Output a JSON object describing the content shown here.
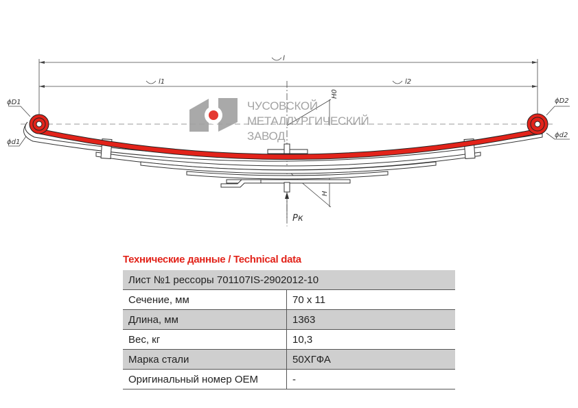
{
  "drawing": {
    "labels": {
      "l": "l",
      "l1": "l1",
      "l2": "l2",
      "D1": "ϕD1",
      "D2": "ϕD2",
      "d1": "ϕd1",
      "d2": "ϕd2",
      "H": "H",
      "H0": "H0",
      "Pk": "Pк"
    },
    "accent_color": "#e2231a"
  },
  "logo": {
    "lines": [
      "ЧУСОВСКОЙ",
      "МЕТАЛЛУРГИЧЕСКИЙ",
      "ЗАВОД"
    ]
  },
  "table": {
    "title": "Технические данные / Technical data",
    "header": "Лист №1 рессоры 701107IS-2902012-10",
    "rows": [
      {
        "label": "Сечение, мм",
        "value": "70 x 11"
      },
      {
        "label": "Длина, мм",
        "value": "1363"
      },
      {
        "label": "Вес, кг",
        "value": "10,3"
      },
      {
        "label": "Марка стали",
        "value": "50ХГФА"
      },
      {
        "label": "Оригинальный номер OEM",
        "value": "-"
      }
    ]
  }
}
